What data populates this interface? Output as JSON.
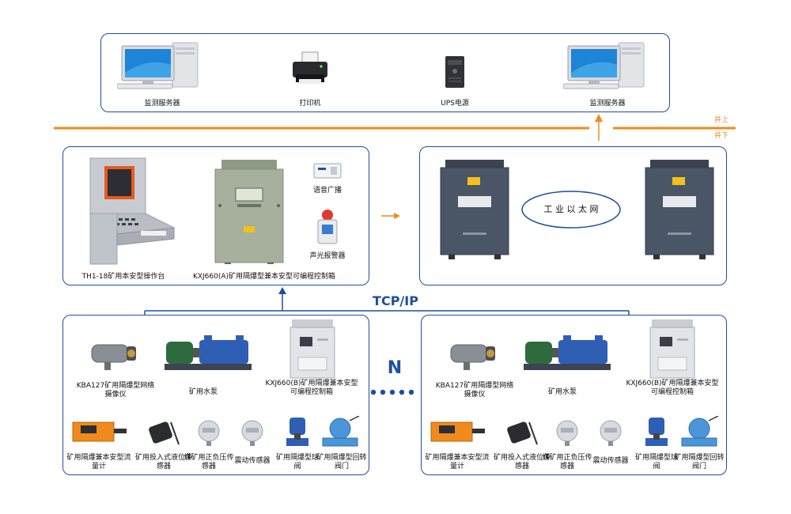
{
  "top": {
    "items": [
      {
        "label": "监测服务器"
      },
      {
        "label": "打印机"
      },
      {
        "label": "UPS电源"
      },
      {
        "label": "监测服务器"
      }
    ]
  },
  "surface_line": {
    "above": "井上",
    "below": "井下"
  },
  "control": {
    "console_label": "TH1-18矿用本安型操作台",
    "box_label": "KXJ660(A)矿用隔爆型兼本安型可编程控制箱",
    "voice_label": "语音广播",
    "alarm_label": "声光报警器"
  },
  "ethernet": {
    "label": "工 业 以 太 网"
  },
  "network": {
    "label": "TCP/IP",
    "n_label": "N"
  },
  "station": {
    "camera_label": "KBA127矿用隔爆型网络摄像仪",
    "pump_label": "矿用水泵",
    "box_label": "KXJ660(B)矿用隔爆兼本安型可编程控制箱",
    "sensors": [
      {
        "label": "矿用隔爆兼本安型流量计"
      },
      {
        "label": "矿用投入式液位传感器"
      },
      {
        "label": "煤矿用正负压传感器"
      },
      {
        "label": "震动传感器"
      },
      {
        "label": "矿用隔爆型球阀"
      },
      {
        "label": "矿用隔爆型回转阀门"
      }
    ]
  },
  "colors": {
    "frame": "#1e4f9c",
    "line": "#f08a1c",
    "device": "#4a5566",
    "accent": "#e85a1c"
  }
}
